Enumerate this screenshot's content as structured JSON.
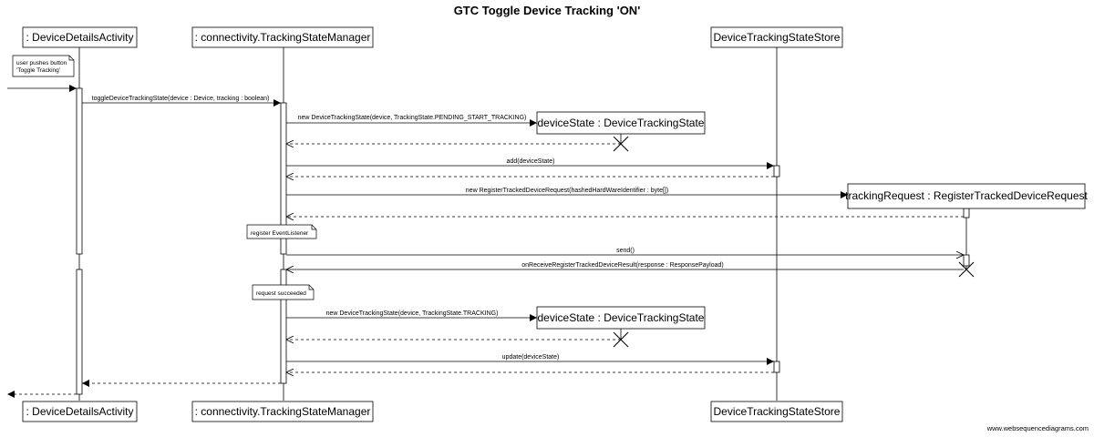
{
  "title": "GTC Toggle Device Tracking 'ON'",
  "watermark": "www.websequencediagrams.com",
  "participants": {
    "p1": ": DeviceDetailsActivity",
    "p2": ": connectivity.TrackingStateManager",
    "p3": "DeviceTrackingStateStore"
  },
  "objects": {
    "device_state_1": "deviceState : DeviceTrackingState",
    "tracking_request": "trackingRequest : RegisterTrackedDeviceRequest",
    "device_state_2": "deviceState : DeviceTrackingState"
  },
  "notes": {
    "user_pushes_line1": "user pushes button",
    "user_pushes_line2": "'Toggle Tracking'",
    "register_listener": "register EventListener",
    "request_succeeded": "request succeeded"
  },
  "messages": {
    "toggle": "toggleDeviceTrackingState(device : Device, tracking : boolean)",
    "new_pending": "new DeviceTrackingState(device, TrackingState.PENDING_START_TRACKING)",
    "add": "add(deviceState)",
    "new_request": "new RegisterTrackedDeviceRequest(hashedHardWareIdentifier : byte[])",
    "send": "send()",
    "on_receive": "onReceiveRegisterTrackedDeviceResult(response : ResponsePayload)",
    "new_tracking": "new DeviceTrackingState(device, TrackingState.TRACKING)",
    "update": "update(deviceState)"
  }
}
